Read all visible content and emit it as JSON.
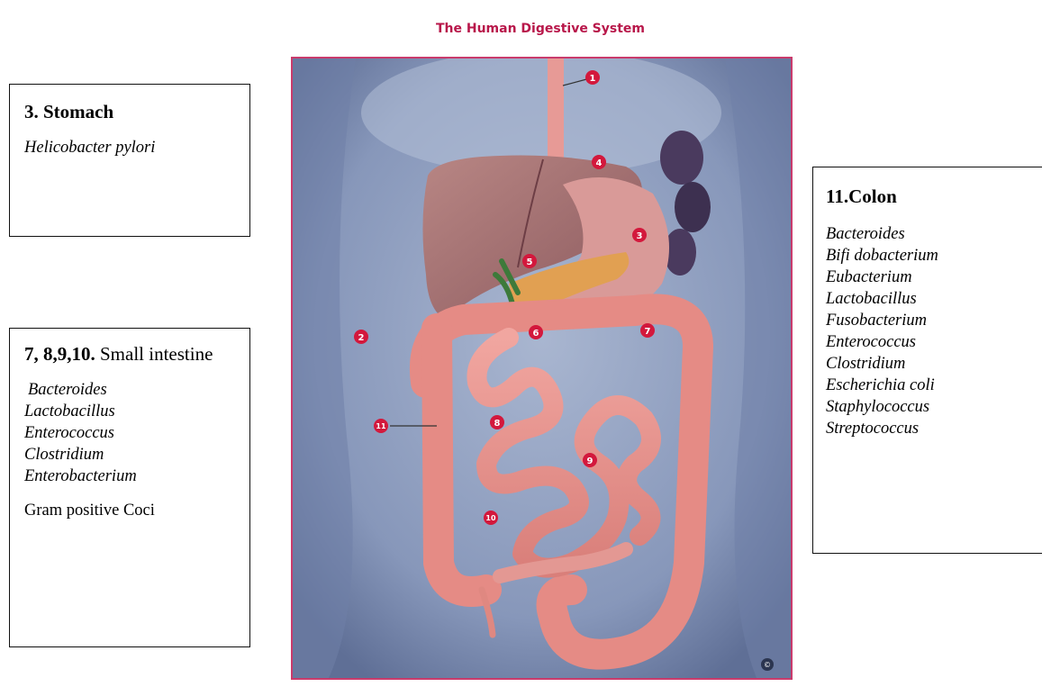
{
  "figure": {
    "title": "The Human Digestive System",
    "markers": [
      "1",
      "2",
      "3",
      "4",
      "5",
      "6",
      "7",
      "8",
      "9",
      "10",
      "11"
    ],
    "logo_mark": "©"
  },
  "stomach_box": {
    "heading": "3. Stomach",
    "organisms": [
      "Helicobacter pylori"
    ]
  },
  "small_intestine_box": {
    "heading_bold": "7, 8,9,10.",
    "heading_plain": " Small intestine",
    "organisms": [
      "Bacteroides",
      "Lactobacillus",
      "Enterococcus",
      "Clostridium",
      "Enterobacterium"
    ],
    "note": "Gram positive Coci"
  },
  "colon_box": {
    "heading": "11.Colon",
    "organisms": [
      "Bacteroides",
      "Bifi dobacterium",
      "Eubacterium",
      "Lactobacillus",
      "Fusobacterium",
      "Enterococcus",
      "Clostridium",
      "Escherichia coli",
      "Staphylococcus",
      "Streptococcus"
    ]
  },
  "colors": {
    "accent": "#b8174a",
    "frame": "#c93b6c",
    "marker": "#d3183c",
    "background": "#7f92b6"
  }
}
